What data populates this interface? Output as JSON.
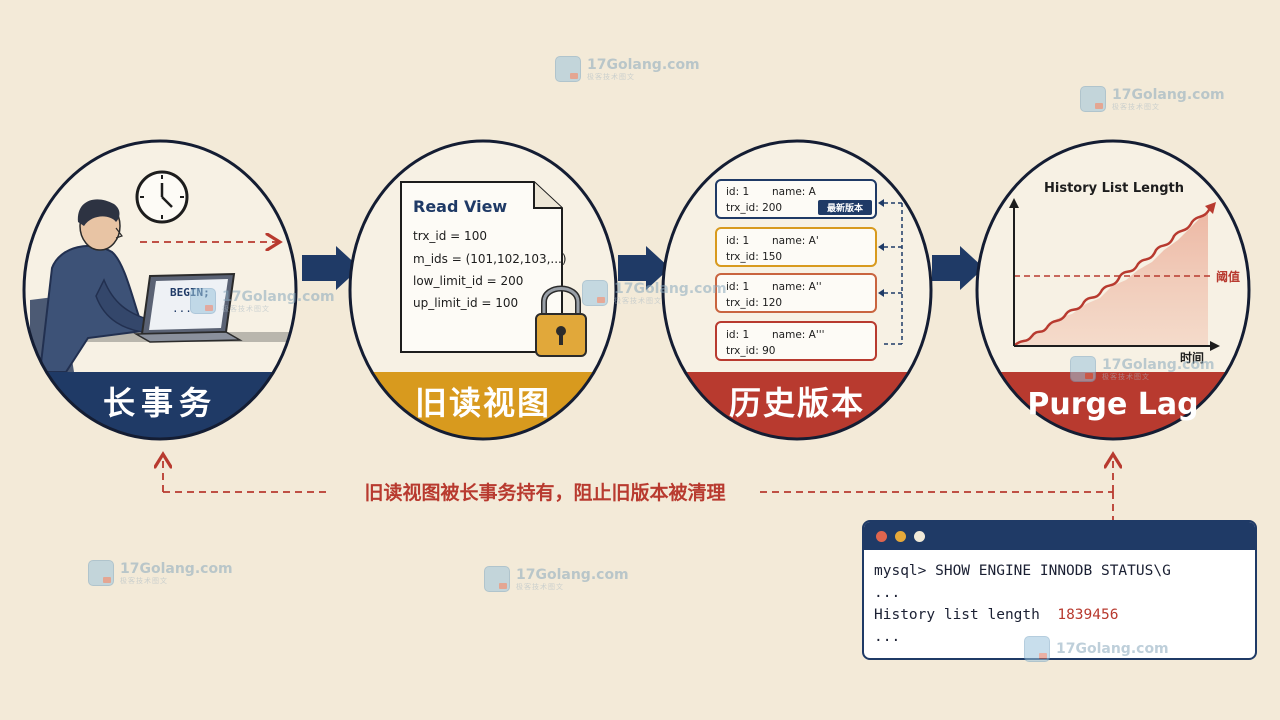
{
  "stages": [
    {
      "label": "长事务"
    },
    {
      "label": "旧读视图"
    },
    {
      "label": "历史版本"
    },
    {
      "label": "Purge Lag"
    }
  ],
  "long_transaction": {
    "screen_text": "BEGIN;",
    "screen_dots": "..."
  },
  "read_view": {
    "title": "Read View",
    "fields": [
      "trx_id = 100",
      "m_ids = (101,102,103,...)",
      "low_limit_id = 200",
      "up_limit_id = 100"
    ]
  },
  "versions": [
    {
      "id": "id: 1",
      "name": "name: A",
      "trx": "trx_id:  200",
      "badge": "最新版本"
    },
    {
      "id": "id: 1",
      "name": "name: A'",
      "trx": "trx_id:  150"
    },
    {
      "id": "id: 1",
      "name": "name: A''",
      "trx": "trx_id:  120"
    },
    {
      "id": "id: 1",
      "name": "name: A'''",
      "trx": "trx_id:  90"
    }
  ],
  "purge_chart": {
    "title": "History List Length",
    "threshold_label": "阈值",
    "x_label": "时间"
  },
  "feedback_caption": "旧读视图被长事务持有，阻止旧版本被清理",
  "terminal": {
    "lines": [
      "mysql> SHOW ENGINE INNODB STATUS\\G",
      "...",
      "History list length",
      "..."
    ],
    "value": "1839456"
  },
  "watermark": {
    "brand": "17Golang.com",
    "sub": "极客技术图文"
  },
  "colors": {
    "navy": "#1f3a66",
    "gold": "#d89a1e",
    "red": "#b83a2f",
    "background": "#f3ead8"
  }
}
